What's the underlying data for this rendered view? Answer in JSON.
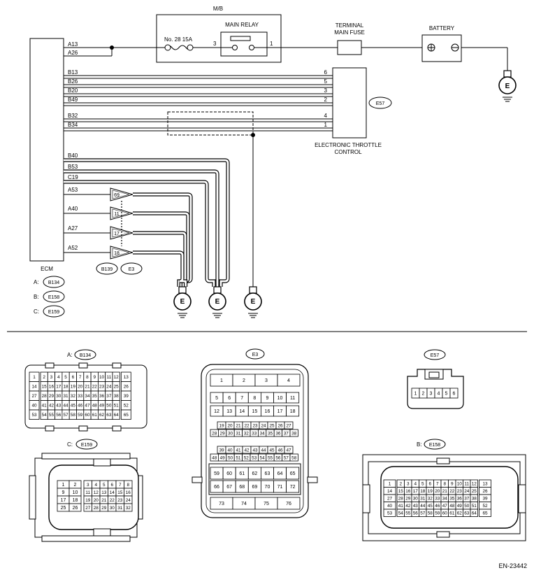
{
  "wiring": {
    "mb_label": "M/B",
    "main_relay": "MAIN RELAY",
    "fuse_label": "No. 28  15A",
    "relay_pin3": "3",
    "relay_pin1": "1",
    "terminal_main_fuse_line1": "TERMINAL",
    "terminal_main_fuse_line2": "MAIN FUSE",
    "battery": "BATTERY",
    "ecm": "ECM",
    "etc_line1": "ELECTRONIC THROTTLE",
    "etc_line2": "CONTROL",
    "etc_tag": "E57",
    "ground_symbol": "E",
    "ecm_pins_top": [
      "A13",
      "A26"
    ],
    "ecm_pins_etc": [
      "B13",
      "B26",
      "B20",
      "B49",
      "B32",
      "B34"
    ],
    "etc_pins": [
      "6",
      "5",
      "3",
      "2",
      "4",
      "1"
    ],
    "ecm_pins_ground": [
      "B40",
      "B53",
      "C19"
    ],
    "ecm_pins_joint": [
      "A53",
      "A40",
      "A27",
      "A52"
    ],
    "joint_pins": [
      "69",
      "11",
      "17",
      "18"
    ],
    "joint_tags": [
      "B139",
      "E3"
    ],
    "ecm_connectors": [
      {
        "letter": "A:",
        "tag": "B134"
      },
      {
        "letter": "B:",
        "tag": "E158"
      },
      {
        "letter": "C:",
        "tag": "E159"
      }
    ]
  },
  "connectors": {
    "b134": {
      "caption_letter": "A:",
      "tag": "B134",
      "left_col": [
        "1",
        "14",
        "27",
        "40",
        "53"
      ],
      "right_col": [
        "13",
        "26",
        "39",
        "52",
        "65"
      ],
      "rows": [
        [
          "2",
          "3",
          "4",
          "5",
          "6",
          "7",
          "8",
          "9",
          "10",
          "11",
          "12"
        ],
        [
          "15",
          "16",
          "17",
          "18",
          "19",
          "20",
          "21",
          "22",
          "23",
          "24",
          "25"
        ],
        [
          "28",
          "29",
          "30",
          "31",
          "32",
          "33",
          "34",
          "35",
          "36",
          "37",
          "38"
        ],
        [
          "41",
          "42",
          "43",
          "44",
          "45",
          "46",
          "47",
          "48",
          "49",
          "50",
          "51"
        ],
        [
          "54",
          "55",
          "56",
          "57",
          "58",
          "59",
          "60",
          "61",
          "62",
          "63",
          "64"
        ]
      ]
    },
    "e3": {
      "tag": "E3",
      "rows": [
        [
          "1",
          "2",
          "3",
          "4"
        ],
        [
          "5",
          "6",
          "7",
          "8",
          "9",
          "10",
          "11"
        ],
        [
          "12",
          "13",
          "14",
          "15",
          "16",
          "17",
          "18"
        ],
        [
          "19",
          "20",
          "21",
          "22",
          "23",
          "24",
          "25",
          "26",
          "27"
        ],
        [
          "28",
          "29",
          "30",
          "31",
          "32",
          "33",
          "34",
          "35",
          "36",
          "37",
          "38"
        ],
        [
          "39",
          "40",
          "41",
          "42",
          "43",
          "44",
          "45",
          "46",
          "47"
        ],
        [
          "48",
          "49",
          "50",
          "51",
          "52",
          "53",
          "54",
          "55",
          "56",
          "57",
          "58"
        ],
        [
          "59",
          "60",
          "61",
          "62",
          "63",
          "64",
          "65"
        ],
        [
          "66",
          "67",
          "68",
          "69",
          "70",
          "71",
          "72"
        ],
        [
          "73",
          "74",
          "75",
          "76"
        ]
      ]
    },
    "e57": {
      "tag": "E57",
      "pins": [
        "1",
        "2",
        "3",
        "4",
        "5",
        "6"
      ]
    },
    "e159": {
      "caption_letter": "C:",
      "tag": "E159",
      "left_rows": [
        [
          "1",
          "2"
        ],
        [
          "9",
          "10"
        ],
        [
          "17",
          "18"
        ],
        [
          "25",
          "26"
        ]
      ],
      "right_rows": [
        [
          "3",
          "4",
          "5",
          "6",
          "7",
          "8"
        ],
        [
          "11",
          "12",
          "13",
          "14",
          "15",
          "16"
        ],
        [
          "19",
          "20",
          "21",
          "22",
          "23",
          "24"
        ],
        [
          "27",
          "28",
          "29",
          "30",
          "31",
          "32"
        ]
      ]
    },
    "e158": {
      "caption_letter": "B:",
      "tag": "E158",
      "left_col": [
        "1",
        "14",
        "27",
        "40",
        "53"
      ],
      "right_col": [
        "13",
        "26",
        "39",
        "52",
        "65"
      ],
      "rows": [
        [
          "2",
          "3",
          "4",
          "5",
          "6",
          "7",
          "8",
          "9",
          "10",
          "11",
          "12"
        ],
        [
          "15",
          "16",
          "17",
          "18",
          "19",
          "20",
          "21",
          "22",
          "23",
          "24",
          "25"
        ],
        [
          "28",
          "29",
          "30",
          "31",
          "32",
          "33",
          "34",
          "35",
          "36",
          "37",
          "38"
        ],
        [
          "41",
          "42",
          "43",
          "44",
          "45",
          "46",
          "47",
          "48",
          "49",
          "50",
          "51"
        ],
        [
          "54",
          "55",
          "56",
          "57",
          "58",
          "59",
          "60",
          "61",
          "62",
          "63",
          "64"
        ]
      ]
    }
  },
  "footer": {
    "code": "EN-23442"
  }
}
